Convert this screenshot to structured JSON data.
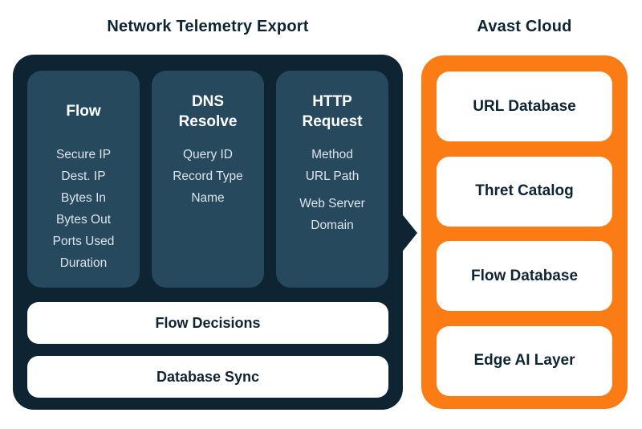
{
  "titles": {
    "left": "Network Telemetry Export",
    "right": "Avast Cloud"
  },
  "colors": {
    "navy": "#0E2433",
    "column_fill": "#27495E",
    "orange": "#FB7C15",
    "item_text": "#DDE4EA",
    "box_fill": "#FFFFFF"
  },
  "telemetry": {
    "columns": [
      {
        "title": "Flow",
        "items": [
          "Secure IP",
          "Dest. IP",
          "Bytes In",
          "Bytes Out",
          "Ports Used",
          "Duration"
        ]
      },
      {
        "title": "DNS\nResolve",
        "items": [
          "Query ID",
          "Record Type",
          "Name"
        ]
      },
      {
        "title": "HTTP\nRequest",
        "items": [
          "Method",
          "URL Path",
          "Web Server Domain"
        ]
      }
    ],
    "bars": [
      "Flow Decisions",
      "Database Sync"
    ]
  },
  "cloud": {
    "boxes": [
      "URL Database",
      "Thret Catalog",
      "Flow Database",
      "Edge AI Layer"
    ]
  },
  "connector": {
    "icon": "triangle-right",
    "color": "#0E2433"
  }
}
